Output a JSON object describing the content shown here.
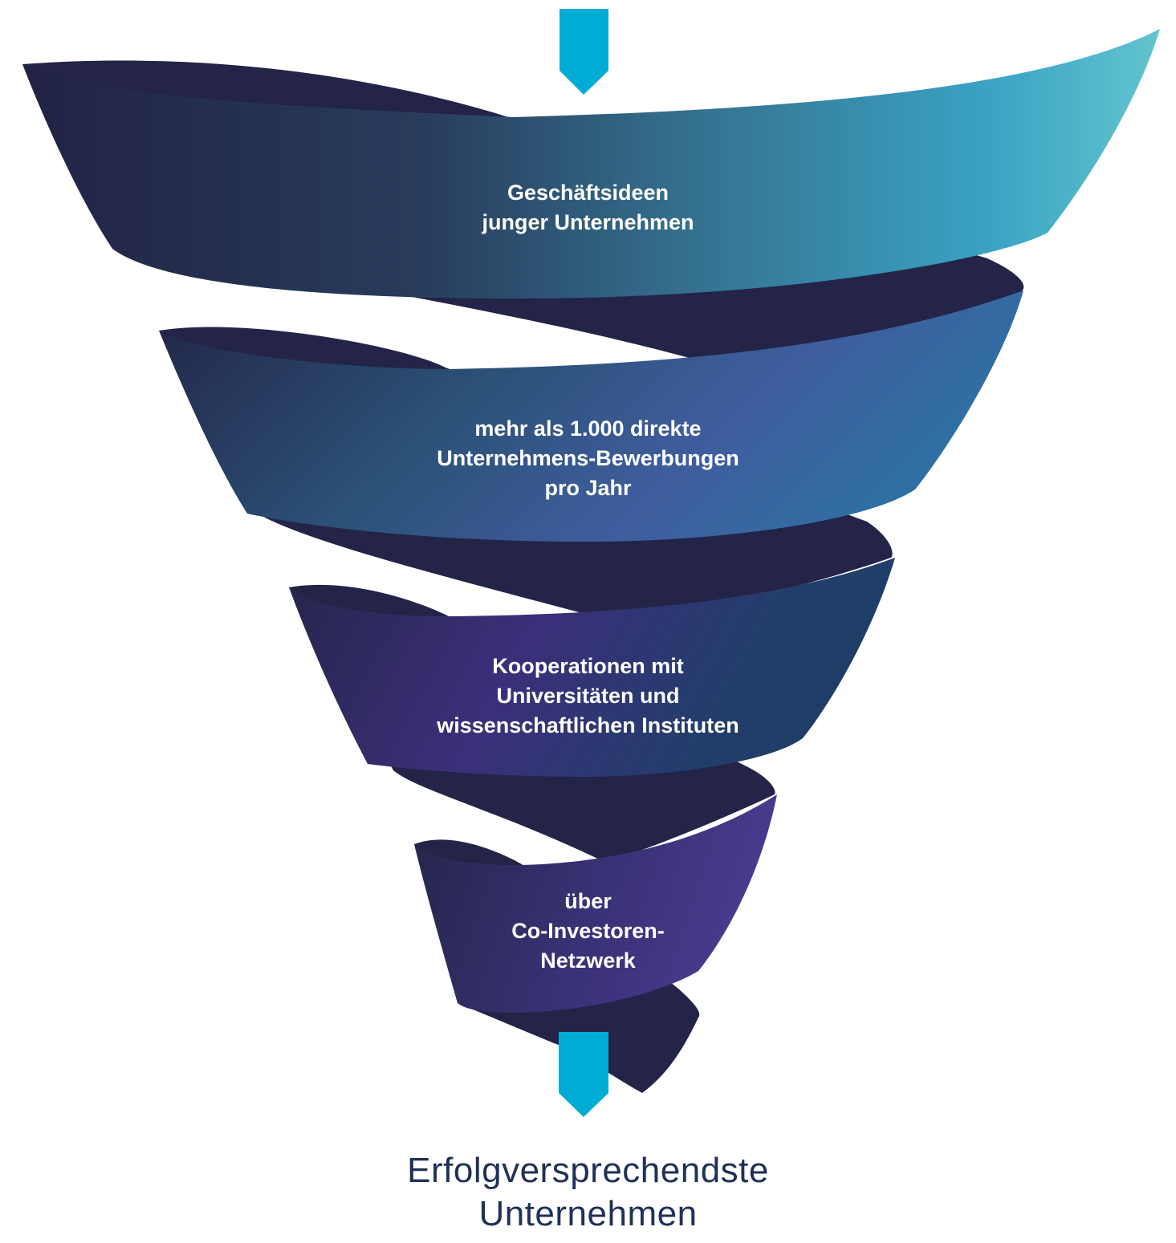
{
  "colors": {
    "arrow": "#00acd4",
    "ribbon_back": "#232448",
    "title_text": "#1f3157",
    "band_text": "#ffffff"
  },
  "icons": {
    "top_arrow": "arrow-down-icon",
    "bottom_arrow": "arrow-down-icon"
  },
  "funnel": {
    "stages": [
      {
        "lines": [
          "Geschäftsideen",
          "junger Unternehmen"
        ]
      },
      {
        "lines": [
          "mehr als 1.000 direkte",
          "Unternehmens-Bewerbungen",
          "pro Jahr"
        ]
      },
      {
        "lines": [
          "Kooperationen mit",
          "Universitäten und",
          "wissenschaftlichen Instituten"
        ]
      },
      {
        "lines": [
          "über",
          "Co-Investoren-",
          "Netzwerk"
        ]
      }
    ]
  },
  "result": {
    "lines": [
      "Erfolgversprechendste",
      "Unternehmen"
    ]
  }
}
